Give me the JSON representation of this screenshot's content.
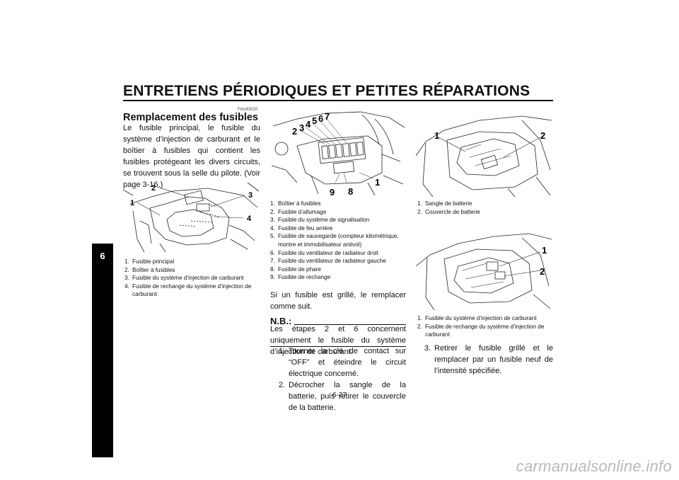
{
  "header": {
    "title": "ENTRETIENS PÉRIODIQUES ET PETITES RÉPARATIONS",
    "chapter_tab": "6"
  },
  "col1": {
    "code": "FAU43010",
    "heading": "Remplacement des fusibles",
    "intro": "Le fusible principal, le fusible du système d’injection de carburant et le boîtier à fusibles qui contient les fusibles protégeant les divers circuits, se trouvent sous la selle du pilote. (Voir page 3-16.)",
    "figure_callouts": [
      "1",
      "2",
      "3",
      "4"
    ],
    "captions": [
      {
        "n": "1.",
        "t": "Fusible principal"
      },
      {
        "n": "2.",
        "t": "Boîtier à fusibles"
      },
      {
        "n": "3.",
        "t": "Fusible du système d’injection de carburant"
      },
      {
        "n": "4.",
        "t": "Fusible de rechange du système d’injection de carburant"
      }
    ]
  },
  "col2": {
    "figure_callouts": [
      "2",
      "3",
      "4",
      "5",
      "6",
      "7",
      "9",
      "8",
      "1"
    ],
    "captions": [
      {
        "n": "1.",
        "t": "Boîtier à fusibles"
      },
      {
        "n": "2.",
        "t": "Fusible d’allumage"
      },
      {
        "n": "3.",
        "t": "Fusible du système de signalisation"
      },
      {
        "n": "4.",
        "t": "Fusible de feu arrière"
      },
      {
        "n": "5.",
        "t": "Fusible de sauvegarde (compteur kilométrique, montre et immobilisateur antivol)"
      },
      {
        "n": "6.",
        "t": "Fusible du ventilateur de radiateur droit"
      },
      {
        "n": "7.",
        "t": "Fusible du ventilateur de radiateur gauche"
      },
      {
        "n": "8.",
        "t": "Fusible de phare"
      },
      {
        "n": "9.",
        "t": "Fusible de rechange"
      }
    ],
    "para": "Si un fusible est grillé, le remplacer comme suit.",
    "nb_label": "N.B.:",
    "nb_text": "Les étapes 2 et 6 concernent uniquement le fusible du système d’injection de carburant.",
    "steps": [
      {
        "n": "1.",
        "t": "Tourner la clé de contact sur “OFF” et éteindre le circuit électrique concerné."
      },
      {
        "n": "2.",
        "t": "Décrocher la sangle de la batterie, puis retirer le couvercle de la batterie."
      }
    ]
  },
  "col3": {
    "fig1_callouts": [
      "1",
      "2"
    ],
    "fig1_captions": [
      {
        "n": "1.",
        "t": "Sangle de batterie"
      },
      {
        "n": "2.",
        "t": "Couvercle de batterie"
      }
    ],
    "fig2_callouts": [
      "1",
      "2"
    ],
    "fig2_captions": [
      {
        "n": "1.",
        "t": "Fusible du système d’injection de carburant"
      },
      {
        "n": "2.",
        "t": "Fusible de rechange du système d’injection de carburant"
      }
    ],
    "steps": [
      {
        "n": "3.",
        "t": "Retirer le fusible grillé et le remplacer par un fusible neuf de l’intensité spécifiée."
      }
    ]
  },
  "page_number": "6-27",
  "watermark": "carmanualsonline.info"
}
